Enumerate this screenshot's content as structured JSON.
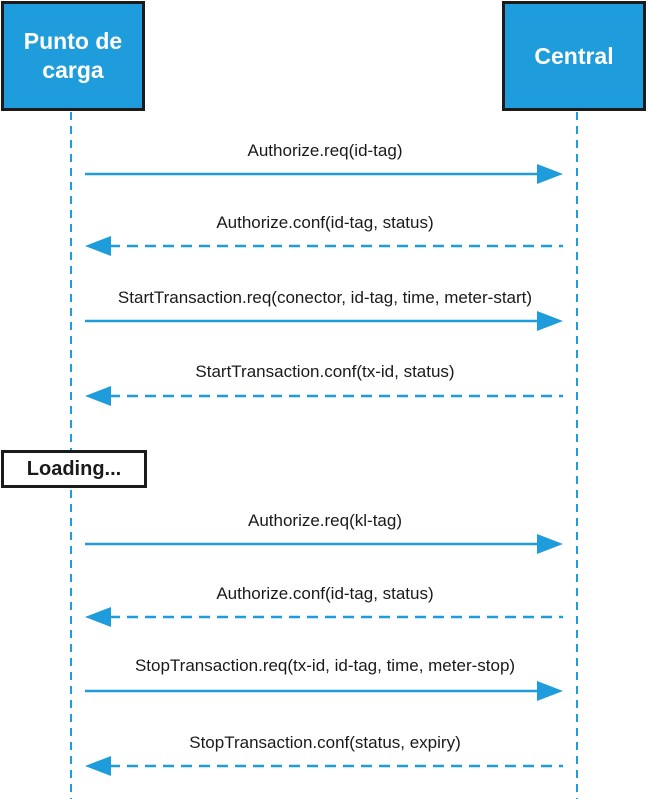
{
  "participants": {
    "left": {
      "line1": "Punto de",
      "line2": "carga"
    },
    "right": {
      "label": "Central"
    }
  },
  "messages": [
    {
      "label": "Authorize.req(id-tag)",
      "direction": "to-central",
      "style": "solid"
    },
    {
      "label": "Authorize.conf(id-tag, status)",
      "direction": "to-charger",
      "style": "dashed"
    },
    {
      "label": "StartTransaction.req(conector, id-tag, time, meter-start)",
      "direction": "to-central",
      "style": "solid"
    },
    {
      "label": "StartTransaction.conf(tx-id, status)",
      "direction": "to-charger",
      "style": "dashed"
    },
    {
      "label": "Authorize.req(kl-tag)",
      "direction": "to-central",
      "style": "solid"
    },
    {
      "label": "Authorize.conf(id-tag, status)",
      "direction": "to-charger",
      "style": "dashed"
    },
    {
      "label": "StopTransaction.req(tx-id, id-tag, time, meter-stop)",
      "direction": "to-central",
      "style": "solid"
    },
    {
      "label": "StopTransaction.conf(status, expiry)",
      "direction": "to-charger",
      "style": "dashed"
    }
  ],
  "loading": {
    "label": "Loading..."
  },
  "colors": {
    "accent": "#1f9cdb",
    "border": "#1b1b1b",
    "text": "#1a1a1a"
  }
}
